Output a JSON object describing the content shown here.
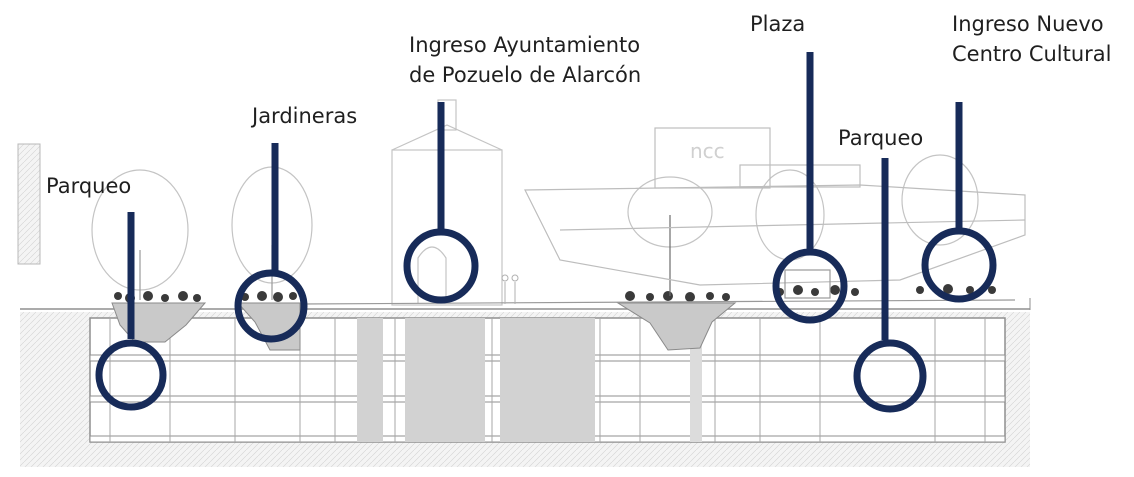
{
  "labels": {
    "parqueo_left": "Parqueo",
    "jardineras": "Jardineras",
    "ayuntamiento_line1": "Ingreso Ayuntamiento",
    "ayuntamiento_line2": "de Pozuelo de Alarcón",
    "plaza": "Plaza",
    "parqueo_right": "Parqueo",
    "centro_line1": "Ingreso Nuevo",
    "centro_line2": "Centro Cultural"
  },
  "drawing_text": {
    "ncc_sign": "ncc"
  },
  "colors": {
    "marker": "#172b59",
    "line_work": "#8f8f8f",
    "concrete": "#c9c9c9",
    "ground": "#f1f1f1"
  }
}
